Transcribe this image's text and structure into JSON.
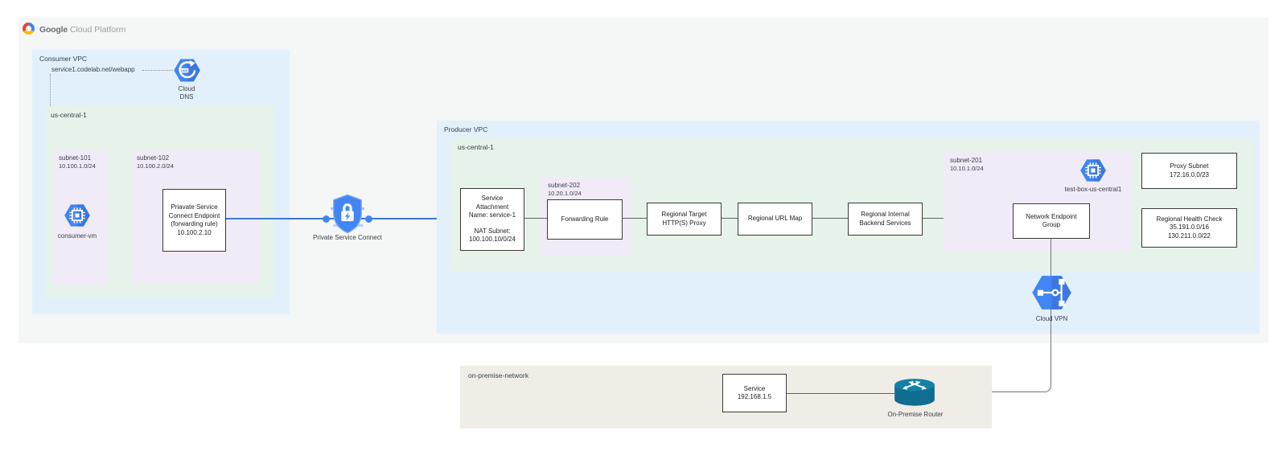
{
  "brand": {
    "name": "Google",
    "suffix": "Cloud Platform"
  },
  "colors": {
    "icon_blue": "#4285F4",
    "icon_blue_dark": "#3D78E0",
    "connector_gray": "#616161",
    "connector_blue": "#3C78D8",
    "vpc_blue": "#E2F0FC",
    "region_green": "#E6F3EA",
    "subnet_purple": "#F1EBF8",
    "onprem_beige": "#F0EDE7",
    "frame_gray": "#F5F6F6",
    "router_teal": "#0F6E91"
  },
  "consumer_vpc": {
    "label": "Consumer VPC",
    "dns_record": "service1.codelab.net/webapp",
    "cloud_dns_icon_text": "DNS",
    "cloud_dns_label_lines": [
      "Cloud",
      "DNS"
    ],
    "region": {
      "label": "us-central-1"
    },
    "subnet101": {
      "name": "subnet-101",
      "cidr": "10.100.1.0/24",
      "vm_label": "consumer-vm"
    },
    "subnet102": {
      "name": "subnet-102",
      "cidr": "10.100.2.0/24",
      "endpoint_lines": [
        "Priavate Service",
        "Connect Endpoint",
        "(forwarding rule)",
        "10.100.2.10"
      ]
    }
  },
  "psc": {
    "label": "Private Service Connect"
  },
  "producer_vpc": {
    "label": "Producer VPC",
    "region": {
      "label": "us-central-1"
    },
    "service_attachment_lines": [
      "Service",
      "Attachment",
      "Name: service-1",
      "NAT Subnet:",
      "100.100.10/0/24"
    ],
    "subnet202": {
      "name": "subnet-202",
      "cidr": "10.20.1.0/24",
      "forwarding_rule": "Forwarding Rule"
    },
    "target_proxy_lines": [
      "Regional Target",
      "HTTP(S) Proxy"
    ],
    "url_map": "Regional URL Map",
    "backend_lines": [
      "Regional Internal",
      "Backend Services"
    ],
    "subnet201": {
      "name": "subnet-201",
      "cidr": "10.10.1.0/24",
      "vm_label": "test-box-us-central1"
    },
    "neg_lines": [
      "Network Endpoint",
      "Group"
    ],
    "proxy_subnet_lines": [
      "Proxy Subnet",
      "172.16.0.0/23"
    ],
    "health_check_lines": [
      "Regional Health Check",
      "35.191.0.0/16",
      "130.211.0.0/22"
    ],
    "cloud_vpn_label": "Cloud VPN"
  },
  "on_premise": {
    "label": "on-premise-network",
    "service_lines": [
      "Service",
      "192.168.1.5"
    ],
    "router_label": "On-Premise Router"
  }
}
